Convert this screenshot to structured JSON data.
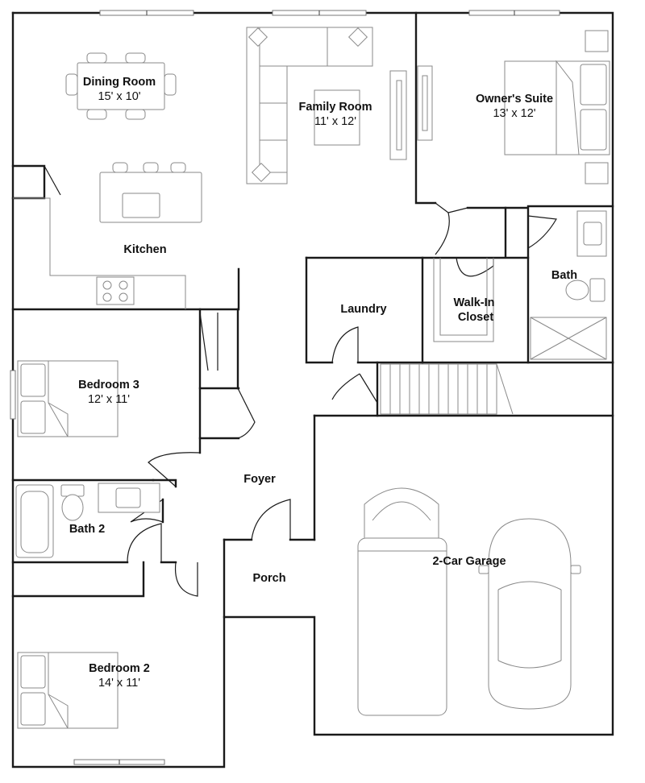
{
  "rooms": {
    "dining": {
      "name": "Dining Room",
      "size": "15' x 10'"
    },
    "family": {
      "name": "Family Room",
      "size": "11' x 12'"
    },
    "owners_suite": {
      "name": "Owner's Suite",
      "size": "13' x 12'"
    },
    "kitchen": {
      "name": "Kitchen"
    },
    "laundry": {
      "name": "Laundry"
    },
    "walk_in_closet": {
      "line1": "Walk-In",
      "line2": "Closet"
    },
    "bath": {
      "name": "Bath"
    },
    "bedroom3": {
      "name": "Bedroom 3",
      "size": "12' x 11'"
    },
    "foyer": {
      "name": "Foyer"
    },
    "bath2": {
      "name": "Bath 2"
    },
    "porch": {
      "name": "Porch"
    },
    "garage": {
      "name": "2-Car Garage"
    },
    "bedroom2": {
      "name": "Bedroom 2",
      "size": "14' x 11'"
    }
  },
  "colors": {
    "walls": "#1a1a1a",
    "furniture": "#8a8a8a",
    "background": "#ffffff"
  }
}
